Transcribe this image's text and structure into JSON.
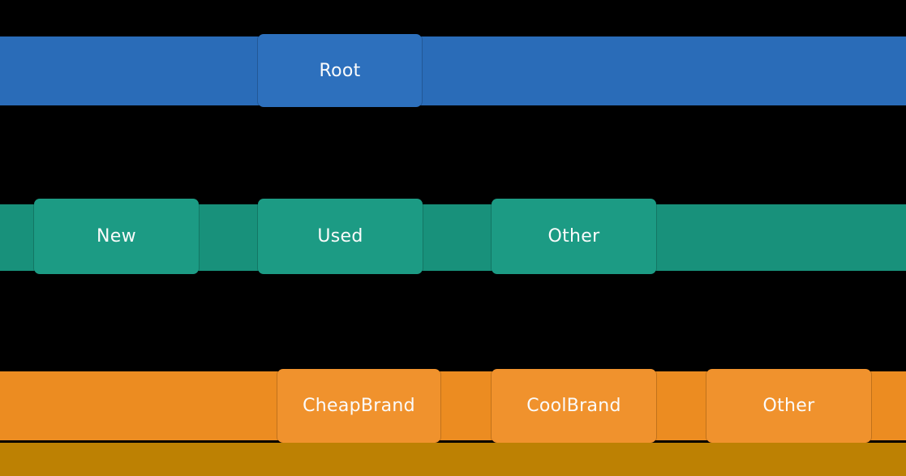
{
  "diagram": {
    "type": "hierarchy-tree",
    "background_color": "#000000",
    "label_color": "#fbfbfb",
    "partial_bottom_bar_color": "#bd8103",
    "levels": [
      {
        "depth": 0,
        "strip_color": "#2a6cb8",
        "node_color": "#2d70bd",
        "nodes": [
          {
            "label": "Root"
          }
        ]
      },
      {
        "depth": 1,
        "strip_color": "#18917b",
        "node_color": "#1c9b84",
        "nodes": [
          {
            "label": "New"
          },
          {
            "label": "Used"
          },
          {
            "label": "Other"
          }
        ]
      },
      {
        "depth": 2,
        "strip_color": "#ec8c21",
        "node_color": "#f0922d",
        "nodes": [
          {
            "label": "CheapBrand"
          },
          {
            "label": "CoolBrand"
          },
          {
            "label": "Other"
          }
        ]
      }
    ],
    "hierarchy": {
      "root": "Root",
      "level1_children": [
        "New",
        "Used",
        "Other"
      ],
      "level2_children": [
        "CheapBrand",
        "CoolBrand",
        "Other"
      ]
    }
  }
}
